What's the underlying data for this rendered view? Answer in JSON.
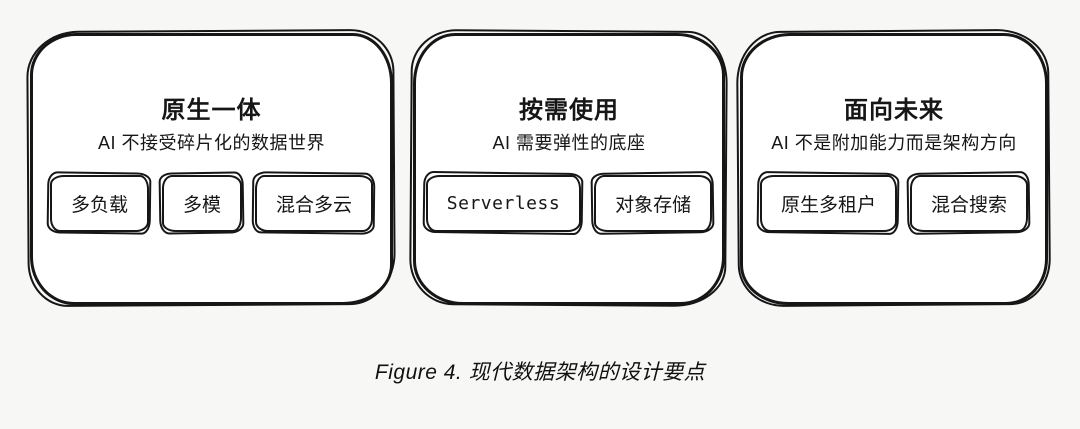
{
  "page": {
    "background_color": "#f7f7f5",
    "ink_color": "#161616",
    "style": "hand-drawn sketch diagram"
  },
  "cards": [
    {
      "title": "原生一体",
      "subtitle": "AI 不接受碎片化的数据世界",
      "tags": [
        "多负载",
        "多模",
        "混合多云"
      ]
    },
    {
      "title": "按需使用",
      "subtitle": "AI 需要弹性的底座",
      "tags": [
        "Serverless",
        "对象存储"
      ]
    },
    {
      "title": "面向未来",
      "subtitle": "AI 不是附加能力而是架构方向",
      "tags": [
        "原生多租户",
        "混合搜索"
      ]
    }
  ],
  "caption": "Figure 4. 现代数据架构的设计要点"
}
